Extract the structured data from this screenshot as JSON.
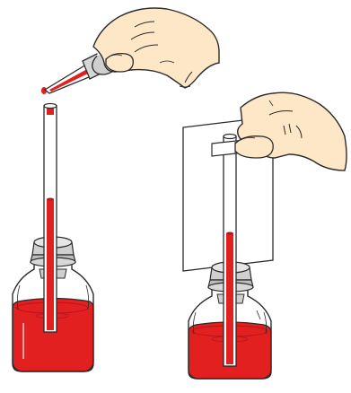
{
  "diagram": {
    "panels": [
      {
        "id": "left",
        "parts": [
          "hand",
          "dropper",
          "glass-tube",
          "rubber-stopper",
          "bottle",
          "red-liquid"
        ]
      },
      {
        "id": "right",
        "parts": [
          "hand",
          "white-card",
          "paper-clip",
          "glass-tube",
          "rubber-stopper",
          "bottle",
          "red-liquid"
        ]
      }
    ],
    "colors": {
      "liquid": "#e2201f",
      "liquid_dark": "#b7141c",
      "skin": "#fde7c6",
      "outline": "#2b2b2b",
      "stopper": "#cfcfcf",
      "card": "#ffffff"
    }
  }
}
